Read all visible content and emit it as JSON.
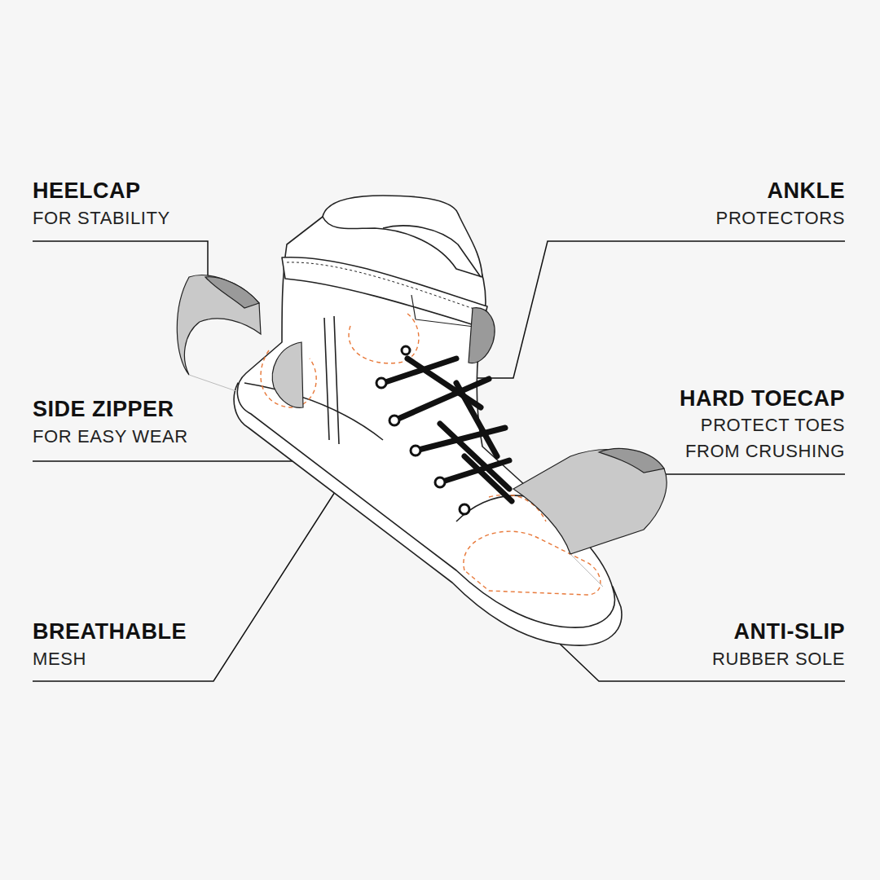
{
  "diagram": {
    "labels": [
      "HEELCAP",
      "FOR STABILITY",
      "ANKLE",
      "PROTECTORS",
      "SIDE ZIPPER",
      "FOR EASY WEAR",
      "HARD TOECAP",
      "PROTECT TOES FROM CRUSHING",
      "BREATHABLE",
      "MESH",
      "ANTI-SLIP",
      "RUBBER SOLE"
    ]
  }
}
